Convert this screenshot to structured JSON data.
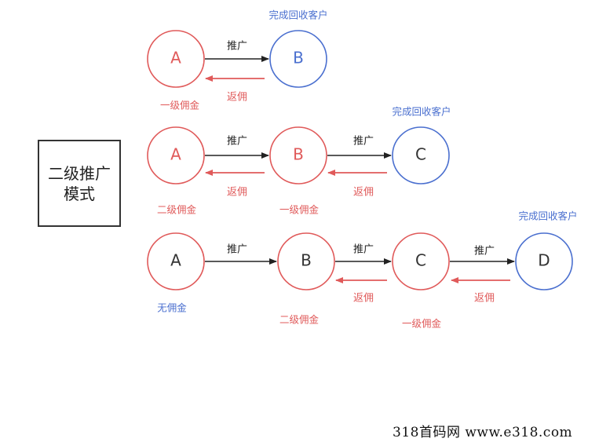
{
  "title_box": {
    "line1": "二级推广",
    "line2": "模式"
  },
  "labels": {
    "promote": "推广",
    "rebate": "返佣",
    "complete": "完成回收客户",
    "first_level": "一级佣金",
    "second_level": "二级佣金",
    "no_commission": "无佣金"
  },
  "colors": {
    "red": "#e05a5a",
    "blue": "#4a6fcf",
    "black": "#333333"
  },
  "rows": [
    {
      "nodes": [
        {
          "id": "A",
          "color": "red"
        },
        {
          "id": "B",
          "color": "blue"
        }
      ],
      "commissions": [
        "一级佣金",
        ""
      ]
    },
    {
      "nodes": [
        {
          "id": "A",
          "color": "red"
        },
        {
          "id": "B",
          "color": "red"
        },
        {
          "id": "C",
          "color": "blue_border_black_text"
        }
      ],
      "commissions": [
        "二级佣金",
        "一级佣金",
        ""
      ]
    },
    {
      "nodes": [
        {
          "id": "A",
          "color": "red_border_black_text"
        },
        {
          "id": "B",
          "color": "red_border_black_text"
        },
        {
          "id": "C",
          "color": "red_border_black_text"
        },
        {
          "id": "D",
          "color": "blue_border_black_text"
        }
      ],
      "commissions": [
        "无佣金",
        "二级佣金",
        "一级佣金",
        ""
      ]
    }
  ],
  "watermark": "318首码网  www.e318.com"
}
